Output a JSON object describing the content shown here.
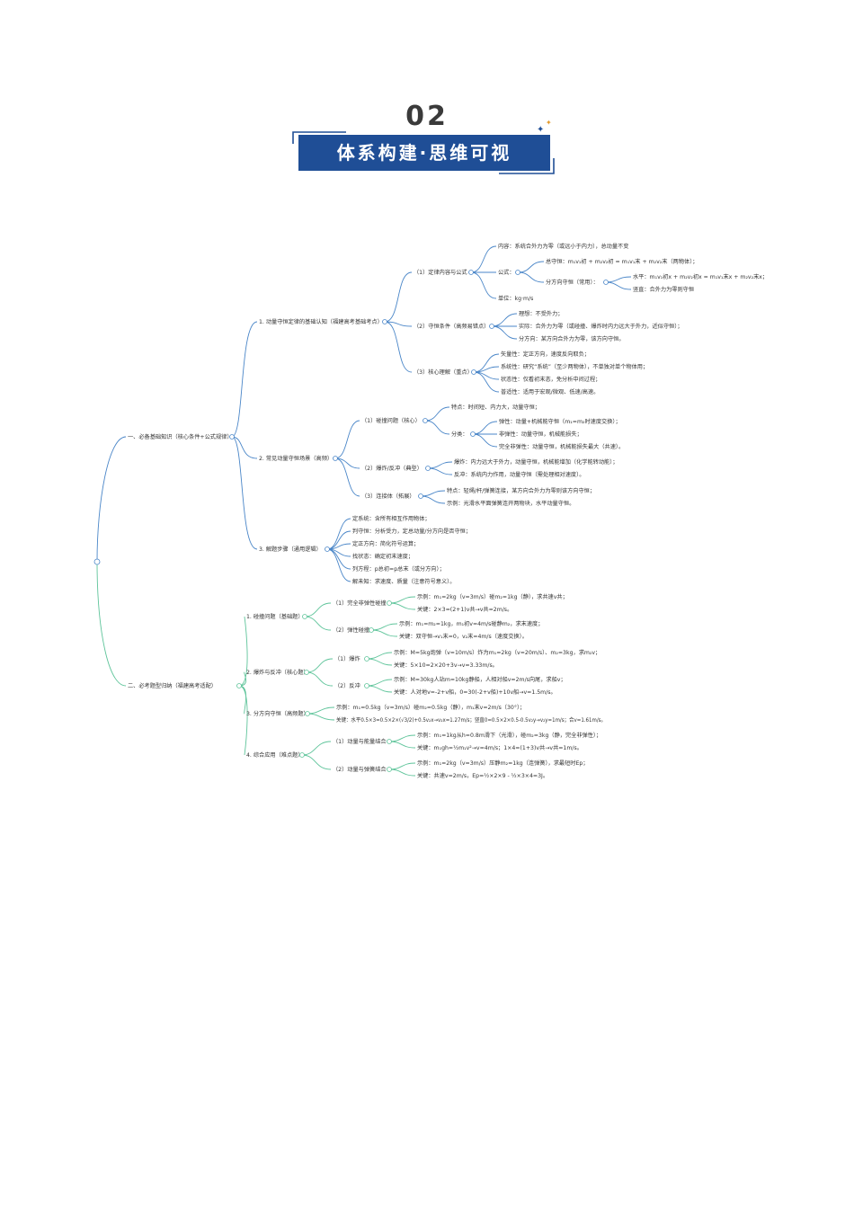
{
  "header": {
    "number": "02",
    "title": "体系构建·思维可视"
  },
  "mindmap": {
    "sec1": {
      "label": "一、必备基础知识（核心条件+公式规律）",
      "n1": {
        "label": "1. 动量守恒定律的基础认知（福建高考基础考点）",
        "a": {
          "label": "（1）定律内容与公式",
          "content": "内容：系统合外力为零（或远小于内力），总动量不变",
          "formula": "公式：",
          "total": "总守恒：m₁v₁初 + m₂v₂初 = m₁v₁末 + m₂v₂末（两物体）；",
          "dir": "分方向守恒（常用）：",
          "horizontal": "水平：m₁v₁初x + m₂v₂初x = m₁v₁末x + m₂v₂末x；",
          "vertical": "竖直：合外力为零则守恒",
          "unit": "单位：kg·m/s"
        },
        "b": {
          "label": "（2）守恒条件（高频易错点）",
          "ideal": "理想：不受外力；",
          "actual": "实际：合外力为零（或碰撞、爆炸时内力远大于外力，近似守恒）；",
          "partial": "分方向：某方向合外力为零，该方向守恒。"
        },
        "c": {
          "label": "（3）核心理解（重点）",
          "vector": "矢量性：定正方向，速度反向取负；",
          "system": "系统性：研究“系统”（至少两物体），不单独对单个物体用；",
          "state": "状态性：仅看初末态，免分析中间过程；",
          "general": "普适性：适用于宏观/微观、低速/高速。"
        }
      },
      "n2": {
        "label": "2. 常见动量守恒场景（高频）",
        "a": {
          "label": "（1）碰撞问题（核心）",
          "feature": "特点：时间短、内力大，动量守恒；",
          "classify": "分类：",
          "elastic": "弹性：动量+机械能守恒（m₁=m₂时速度交换）；",
          "inelastic": "非弹性：动量守恒，机械能损失；",
          "perfect": "完全非弹性：动量守恒，机械能损失最大（共速）。"
        },
        "b": {
          "label": "（2）爆炸/反冲（典型）",
          "explode": "爆炸：内力远大于外力，动量守恒，机械能增加（化学能转动能）；",
          "recoil": "反冲：系统内力作用，动量守恒（需处理相对速度）。"
        },
        "c": {
          "label": "（3）连接体（拓展）",
          "feature": "特点：轻绳/杆/弹簧连接，某方向合外力为零则该方向守恒；",
          "example": "示例：光滑水平面弹簧连开两物块，水平动量守恒。"
        }
      },
      "n3": {
        "label": "3. 解题步骤（通用逻辑）",
        "s1": "定系统：含所有相互作用物体；",
        "s2": "判守恒：分析受力，定总动量/分方向是否守恒；",
        "s3": "定正方向：简化符号运算；",
        "s4": "找状态：确定初末速度；",
        "s5": "列方程：p总初=p总末（或分方向）；",
        "s6": "解未知：求速度、质量（注意符号意义）。"
      }
    },
    "sec2": {
      "label": "二、必考题型归纳（福建高考适配）",
      "n1": {
        "label": "1. 碰撞问题（基础题）",
        "a": {
          "label": "（1）完全非弹性碰撞",
          "ex": "示例：m₁=2kg（v=3m/s）碰m₂=1kg（静），求共速v共；",
          "key": "关键：2×3=(2+1)v共→v共=2m/s。"
        },
        "b": {
          "label": "（2）弹性碰撞",
          "ex": "示例：m₁=m₂=1kg，m₁初v=4m/s碰静m₂，求末速度；",
          "key": "关键：双守恒→v₁末=0，v₂末=4m/s（速度交换）。"
        }
      },
      "n2": {
        "label": "2. 爆炸与反冲（核心题）",
        "a": {
          "label": "（1）爆炸",
          "ex": "示例：M=5kg炮弹（v=10m/s）炸为m₁=2kg（v=20m/s）、m₂=3kg，求m₂v；",
          "key": "关键：5×10=2×20+3v→v=3.33m/s。"
        },
        "b": {
          "label": "（2）反冲",
          "ex": "示例：M=30kg人站m=10kg静船，人相对船v=2m/s向尾，求船v；",
          "key": "关键：人对地v=-2+v船，0=30(-2+v船)+10v船→v=1.5m/s。"
        }
      },
      "n3": {
        "label": "3. 分方向守恒（高频题）",
        "ex": "示例：m₁=0.5kg（v=3m/s）碰m₂=0.5kg（静），m₁末v=2m/s（30°）；",
        "key": "关键：水平0.5×3=0.5×2×(√3/2)+0.5v₂x→v₂x=1.27m/s；竖直0=0.5×2×0.5-0.5v₂y→v₂y=1m/s；合v=1.61m/s。"
      },
      "n4": {
        "label": "4. 综合应用（难点题）",
        "a": {
          "label": "（1）动量与能量结合",
          "ex": "示例：m₁=1kg从h=0.8m滑下（光滑），碰m₂=3kg（静，完全非弹性）；",
          "key": "关键：m₁gh=½m₁v²→v=4m/s；1×4=(1+3)v共→v共=1m/s。"
        },
        "b": {
          "label": "（2）动量与弹簧结合",
          "ex": "示例：m₁=2kg（v=3m/s）压静m₂=1kg（连弹簧），求最短时Ep；",
          "key": "关键：共速v=2m/s，Ep=½×2×9 - ½×3×4=3J。"
        }
      }
    }
  }
}
